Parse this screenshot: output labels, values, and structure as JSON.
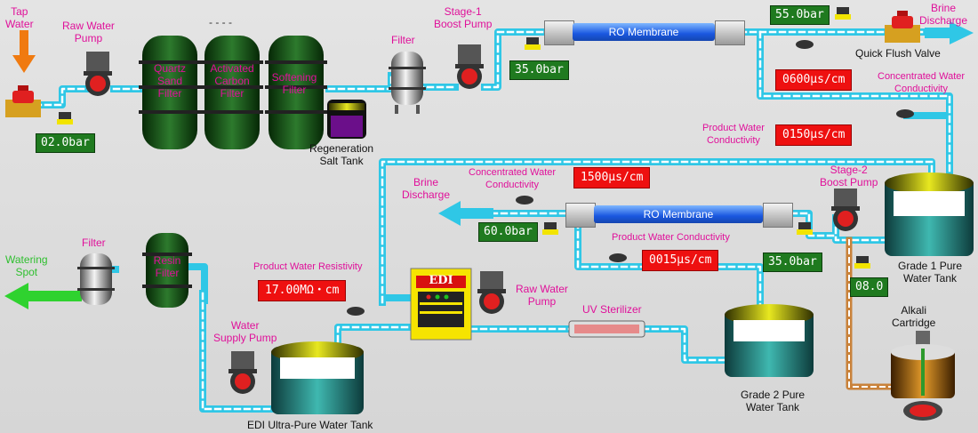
{
  "labels": {
    "tap_water": "Tap\nWater",
    "raw_water_pump_1": "Raw Water\nPump",
    "quartz_filter": "Quartz\nSand\nFilter",
    "carbon_filter": "Activated\nCarbon\nFilter",
    "softening_filter": "Softening\nFilter",
    "filter_1": "Filter",
    "stage1_pump": "Stage-1\nBoost Pump",
    "ro_membrane_1": "RO Membrane",
    "brine_discharge_1": "Brine\nDischarge",
    "quick_flush": "Quick Flush Valve",
    "regen_tank": "Regeneration\nSalt Tank",
    "conc_cond_1": "Concentrated Water\nConductivity",
    "prod_cond_1": "Product Water\nConductivity",
    "brine_discharge_2": "Brine\nDischarge",
    "conc_cond_2": "Concentrated Water\nConductivity",
    "stage2_pump": "Stage-2\nBoost Pump",
    "ro_membrane_2": "RO Membrane",
    "prod_cond_2": "Product Water Conductivity",
    "grade1_tank": "Grade 1 Pure\nWater Tank",
    "watering_spot": "Watering\nSpot",
    "filter_2": "Filter",
    "resin_filter": "Resin\nFilter",
    "prod_resistivity": "Product Water Resistivity",
    "edi": "EDI",
    "raw_water_pump_2": "Raw Water\nPump",
    "uv": "UV Sterilizer",
    "water_supply_pump": "Water\nSupply Pump",
    "edi_tank": "EDI Ultra-Pure Water Tank",
    "grade2_tank": "Grade 2 Pure\nWater Tank",
    "alkali": "Alkali\nCartridge",
    "dashes": "- - - -"
  },
  "readings": {
    "inlet_pressure": "02.0bar",
    "stage1_pressure": "35.0bar",
    "ro1_conc_pressure": "55.0bar",
    "conc_cond_1": "0600μs/cm",
    "prod_cond_1": "0150μs/cm",
    "conc_cond_2": "1500μs/cm",
    "ro2_conc_pressure": "60.0bar",
    "prod_cond_2": "0015μs/cm",
    "stage2_pressure": "35.0bar",
    "ph": "08.0",
    "resistivity": "17.00MΩ・cm"
  }
}
